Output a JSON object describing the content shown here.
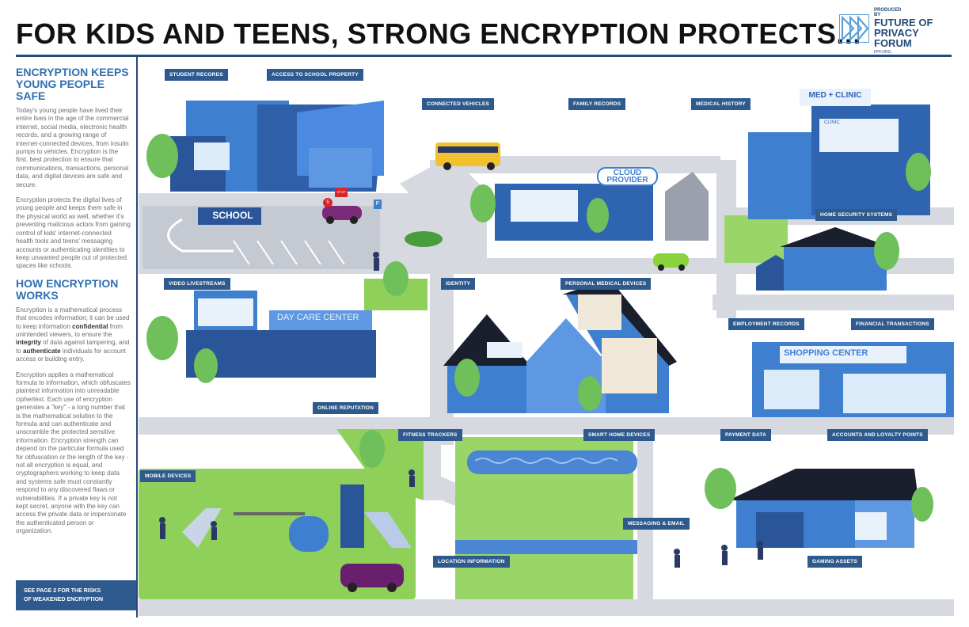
{
  "title": "FOR KIDS AND TEENS, STRONG ENCRYPTION PROTECTS...",
  "logo": {
    "produced_by": "PRODUCED BY",
    "name_line1": "FUTURE OF",
    "name_line2": "PRIVACY",
    "name_line3": "FORUM",
    "url": "FPF.ORG"
  },
  "sidebar": {
    "heading1": "ENCRYPTION KEEPS YOUNG PEOPLE SAFE",
    "p1": "Today's young people have lived their entire lives in the age of the commercial internet, social media, electronic health records, and a growing range of internet-connected devices, from insulin pumps to vehicles. Encryption is the first, best protection to ensure that communications, transactions, personal data, and digital devices are safe and secure.",
    "p2": "Encryption protects the digital lives of young people and keeps them safe in the physical world as well, whether it's preventing malicious actors from gaining control of kids' internet-connected health tools and teens' messaging accounts or authenticating identities to keep unwanted people out of protected spaces like schools.",
    "heading2": "HOW ENCRYPTION WORKS",
    "p3_a": "Encryption is a mathematical process that encodes information; it can be used to keep information ",
    "p3_b": "confidential",
    "p3_c": " from unintended viewers, to ensure the ",
    "p3_d": "integrity",
    "p3_e": " of data against tampering, and to ",
    "p3_f": "authenticate",
    "p3_g": " individuals for account access or building entry.",
    "p4": "Encryption applies a mathematical formula to information, which obfuscates plaintext information into unreadable ciphertext. Each use of encryption generates a \"key\" - a long number that is the mathematical solution to the formula and can authenticate and unscramble the protected sensitive information. Encryption strength can depend on the particular formula used for obfuscation or the length of the key - not all encryption is equal, and cryptographers working to keep data and systems safe must constantly respond to any discovered flaws or vulnerabilities. If a private key is not kept secret, anyone with the key can access the private data or impersonate the authenticated person or organization.",
    "button_line1": "SEE PAGE 2 FOR THE RISKS",
    "button_line2": "OF WEAKENED ENCRYPTION"
  },
  "signs": {
    "school": "SCHOOL",
    "cloud1": "CLOUD",
    "cloud2": "PROVIDER",
    "med": "MED + CLINIC",
    "clinic": "CLINIC",
    "daycare": "DAY CARE CENTER",
    "shopping": "SHOPPING CENTER",
    "stop": "STOP",
    "speed": "5",
    "parking": "P"
  },
  "labels": {
    "student_records": "STUDENT RECORDS",
    "access_school": "ACCESS TO SCHOOL PROPERTY",
    "connected_vehicles": "CONNECTED VEHICLES",
    "family_records": "FAMILY RECORDS",
    "medical_history": "MEDICAL HISTORY",
    "home_security": "HOME SECURITY SYSTEMS",
    "video_livestreams": "VIDEO LIVESTREAMS",
    "identity": "IDENTITY",
    "personal_medical": "PERSONAL MEDICAL DEVICES",
    "employment": "EMPLOYMENT RECORDS",
    "financial": "FINANCIAL TRANSACTIONS",
    "online_reputation": "ONLINE REPUTATION",
    "fitness": "FITNESS TRACKERS",
    "smart_home": "SMART HOME DEVICES",
    "payment": "PAYMENT DATA",
    "accounts": "ACCOUNTS AND LOYALTY POINTS",
    "mobile": "MOBILE DEVICES",
    "messaging": "MESSAGING & EMAIL",
    "location": "LOCATION INFORMATION",
    "gaming": "GAMING ASSETS"
  },
  "colors": {
    "navy": "#244a7a",
    "label_bg": "#2e5a8e",
    "building_blue": "#3f7fd0",
    "grass": "#8fd05a",
    "road": "#d8dbe0"
  }
}
